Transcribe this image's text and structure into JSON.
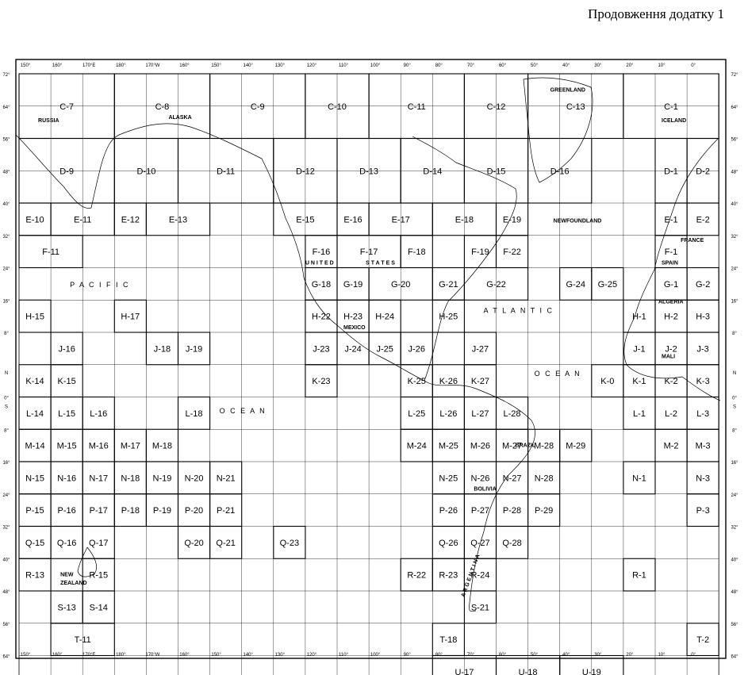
{
  "caption": "Продовження додатку 1",
  "top_ticks": [
    "150°",
    "160°",
    "170°E",
    "180°",
    "170°W",
    "160°",
    "150°",
    "140°",
    "130°",
    "120°",
    "110°",
    "100°",
    "90°",
    "80°",
    "70°",
    "60°",
    "50°",
    "40°",
    "30°",
    "20°",
    "10°",
    "0°"
  ],
  "bottom_ticks": [
    "150°",
    "160°",
    "170°E",
    "180°",
    "170°W",
    "160°",
    "150°",
    "140°",
    "130°",
    "120°",
    "110°",
    "100°",
    "90°",
    "80°",
    "70°",
    "60°",
    "50°",
    "40°",
    "30°",
    "20°",
    "10°",
    "0°"
  ],
  "side_ticks": [
    "72°",
    "64°",
    "56°",
    "48°",
    "40°",
    "32°",
    "24°",
    "16°",
    "8°",
    "N",
    "0°",
    "S",
    "8°",
    "16°",
    "24°",
    "32°",
    "40°",
    "48°",
    "56°",
    "64°"
  ],
  "sheets": [
    {
      "label": "C-7",
      "col": 0,
      "row": 0,
      "w": 3,
      "h": 2
    },
    {
      "label": "C-8",
      "col": 3,
      "row": 0,
      "w": 3,
      "h": 2
    },
    {
      "label": "C-9",
      "col": 6,
      "row": 0,
      "w": 3,
      "h": 2
    },
    {
      "label": "C-10",
      "col": 9,
      "row": 0,
      "w": 2,
      "h": 2
    },
    {
      "label": "C-11",
      "col": 11,
      "row": 0,
      "w": 3,
      "h": 2
    },
    {
      "label": "C-12",
      "col": 14,
      "row": 0,
      "w": 2,
      "h": 2
    },
    {
      "label": "C-13",
      "col": 16,
      "row": 0,
      "w": 3,
      "h": 2
    },
    {
      "label": "C-1",
      "col": 19,
      "row": 0,
      "w": 3,
      "h": 2
    },
    {
      "label": "D-9",
      "col": 0,
      "row": 2,
      "w": 3,
      "h": 2
    },
    {
      "label": "D-10",
      "col": 3,
      "row": 2,
      "w": 2,
      "h": 2
    },
    {
      "label": "D-11",
      "col": 5,
      "row": 2,
      "w": 3,
      "h": 2
    },
    {
      "label": "D-12",
      "col": 8,
      "row": 2,
      "w": 2,
      "h": 2
    },
    {
      "label": "D-13",
      "col": 10,
      "row": 2,
      "w": 2,
      "h": 2
    },
    {
      "label": "D-14",
      "col": 12,
      "row": 2,
      "w": 2,
      "h": 2
    },
    {
      "label": "D-15",
      "col": 14,
      "row": 2,
      "w": 2,
      "h": 2
    },
    {
      "label": "D-16",
      "col": 16,
      "row": 2,
      "w": 2,
      "h": 2
    },
    {
      "label": "D-1",
      "col": 20,
      "row": 2,
      "w": 1,
      "h": 2
    },
    {
      "label": "D-2",
      "col": 21,
      "row": 2,
      "w": 1,
      "h": 2
    },
    {
      "label": "E-10",
      "col": 0,
      "row": 4,
      "w": 1,
      "h": 1
    },
    {
      "label": "E-11",
      "col": 1,
      "row": 4,
      "w": 2,
      "h": 1
    },
    {
      "label": "E-12",
      "col": 3,
      "row": 4,
      "w": 1,
      "h": 1
    },
    {
      "label": "E-13",
      "col": 4,
      "row": 4,
      "w": 2,
      "h": 1
    },
    {
      "label": "E-15",
      "col": 8,
      "row": 4,
      "w": 2,
      "h": 1
    },
    {
      "label": "E-16",
      "col": 10,
      "row": 4,
      "w": 1,
      "h": 1
    },
    {
      "label": "E-17",
      "col": 11,
      "row": 4,
      "w": 2,
      "h": 1
    },
    {
      "label": "E-18",
      "col": 13,
      "row": 4,
      "w": 2,
      "h": 1
    },
    {
      "label": "E-19",
      "col": 15,
      "row": 4,
      "w": 1,
      "h": 1
    },
    {
      "label": "E-1",
      "col": 20,
      "row": 4,
      "w": 1,
      "h": 1
    },
    {
      "label": "E-2",
      "col": 21,
      "row": 4,
      "w": 1,
      "h": 1
    },
    {
      "label": "F-11",
      "col": 0,
      "row": 5,
      "w": 2,
      "h": 1
    },
    {
      "label": "F-16",
      "col": 9,
      "row": 5,
      "w": 1,
      "h": 1
    },
    {
      "label": "F-17",
      "col": 10,
      "row": 5,
      "w": 2,
      "h": 1
    },
    {
      "label": "F-18",
      "col": 12,
      "row": 5,
      "w": 1,
      "h": 1
    },
    {
      "label": "F-19",
      "col": 14,
      "row": 5,
      "w": 1,
      "h": 1
    },
    {
      "label": "F-22",
      "col": 15,
      "row": 5,
      "w": 1,
      "h": 1
    },
    {
      "label": "F-1",
      "col": 20,
      "row": 5,
      "w": 1,
      "h": 1
    },
    {
      "label": "G-18",
      "col": 9,
      "row": 6,
      "w": 1,
      "h": 1
    },
    {
      "label": "G-19",
      "col": 10,
      "row": 6,
      "w": 1,
      "h": 1
    },
    {
      "label": "G-20",
      "col": 11,
      "row": 6,
      "w": 2,
      "h": 1
    },
    {
      "label": "G-21",
      "col": 13,
      "row": 6,
      "w": 1,
      "h": 1
    },
    {
      "label": "G-22",
      "col": 14,
      "row": 6,
      "w": 2,
      "h": 1
    },
    {
      "label": "G-24",
      "col": 17,
      "row": 6,
      "w": 1,
      "h": 1
    },
    {
      "label": "G-25",
      "col": 18,
      "row": 6,
      "w": 1,
      "h": 1
    },
    {
      "label": "G-1",
      "col": 20,
      "row": 6,
      "w": 1,
      "h": 1
    },
    {
      "label": "G-2",
      "col": 21,
      "row": 6,
      "w": 1,
      "h": 1
    },
    {
      "label": "H-15",
      "col": 0,
      "row": 7,
      "w": 1,
      "h": 1
    },
    {
      "label": "H-17",
      "col": 3,
      "row": 7,
      "w": 1,
      "h": 1
    },
    {
      "label": "H-22",
      "col": 9,
      "row": 7,
      "w": 1,
      "h": 1
    },
    {
      "label": "H-23",
      "col": 10,
      "row": 7,
      "w": 1,
      "h": 1
    },
    {
      "label": "H-24",
      "col": 11,
      "row": 7,
      "w": 1,
      "h": 1
    },
    {
      "label": "H-25",
      "col": 13,
      "row": 7,
      "w": 1,
      "h": 1
    },
    {
      "label": "H-1",
      "col": 19,
      "row": 7,
      "w": 1,
      "h": 1
    },
    {
      "label": "H-2",
      "col": 20,
      "row": 7,
      "w": 1,
      "h": 1
    },
    {
      "label": "H-3",
      "col": 21,
      "row": 7,
      "w": 1,
      "h": 1
    },
    {
      "label": "J-16",
      "col": 1,
      "row": 8,
      "w": 1,
      "h": 1
    },
    {
      "label": "J-18",
      "col": 4,
      "row": 8,
      "w": 1,
      "h": 1
    },
    {
      "label": "J-19",
      "col": 5,
      "row": 8,
      "w": 1,
      "h": 1
    },
    {
      "label": "J-23",
      "col": 9,
      "row": 8,
      "w": 1,
      "h": 1
    },
    {
      "label": "J-24",
      "col": 10,
      "row": 8,
      "w": 1,
      "h": 1
    },
    {
      "label": "J-25",
      "col": 11,
      "row": 8,
      "w": 1,
      "h": 1
    },
    {
      "label": "J-26",
      "col": 12,
      "row": 8,
      "w": 1,
      "h": 1
    },
    {
      "label": "J-27",
      "col": 14,
      "row": 8,
      "w": 1,
      "h": 1
    },
    {
      "label": "J-1",
      "col": 19,
      "row": 8,
      "w": 1,
      "h": 1
    },
    {
      "label": "J-2",
      "col": 20,
      "row": 8,
      "w": 1,
      "h": 1
    },
    {
      "label": "J-3",
      "col": 21,
      "row": 8,
      "w": 1,
      "h": 1
    },
    {
      "label": "K-14",
      "col": 0,
      "row": 9,
      "w": 1,
      "h": 1
    },
    {
      "label": "K-15",
      "col": 1,
      "row": 9,
      "w": 1,
      "h": 1
    },
    {
      "label": "K-23",
      "col": 9,
      "row": 9,
      "w": 1,
      "h": 1
    },
    {
      "label": "K-25",
      "col": 12,
      "row": 9,
      "w": 1,
      "h": 1
    },
    {
      "label": "K-26",
      "col": 13,
      "row": 9,
      "w": 1,
      "h": 1
    },
    {
      "label": "K-27",
      "col": 14,
      "row": 9,
      "w": 1,
      "h": 1
    },
    {
      "label": "K-0",
      "col": 18,
      "row": 9,
      "w": 1,
      "h": 1
    },
    {
      "label": "K-1",
      "col": 19,
      "row": 9,
      "w": 1,
      "h": 1
    },
    {
      "label": "K-2",
      "col": 20,
      "row": 9,
      "w": 1,
      "h": 1
    },
    {
      "label": "K-3",
      "col": 21,
      "row": 9,
      "w": 1,
      "h": 1
    },
    {
      "label": "L-14",
      "col": 0,
      "row": 10,
      "w": 1,
      "h": 1
    },
    {
      "label": "L-15",
      "col": 1,
      "row": 10,
      "w": 1,
      "h": 1
    },
    {
      "label": "L-16",
      "col": 2,
      "row": 10,
      "w": 1,
      "h": 1
    },
    {
      "label": "L-18",
      "col": 5,
      "row": 10,
      "w": 1,
      "h": 1
    },
    {
      "label": "L-25",
      "col": 12,
      "row": 10,
      "w": 1,
      "h": 1
    },
    {
      "label": "L-26",
      "col": 13,
      "row": 10,
      "w": 1,
      "h": 1
    },
    {
      "label": "L-27",
      "col": 14,
      "row": 10,
      "w": 1,
      "h": 1
    },
    {
      "label": "L-28",
      "col": 15,
      "row": 10,
      "w": 1,
      "h": 1
    },
    {
      "label": "L-1",
      "col": 19,
      "row": 10,
      "w": 1,
      "h": 1
    },
    {
      "label": "L-2",
      "col": 20,
      "row": 10,
      "w": 1,
      "h": 1
    },
    {
      "label": "L-3",
      "col": 21,
      "row": 10,
      "w": 1,
      "h": 1
    },
    {
      "label": "M-14",
      "col": 0,
      "row": 11,
      "w": 1,
      "h": 1
    },
    {
      "label": "M-15",
      "col": 1,
      "row": 11,
      "w": 1,
      "h": 1
    },
    {
      "label": "M-16",
      "col": 2,
      "row": 11,
      "w": 1,
      "h": 1
    },
    {
      "label": "M-17",
      "col": 3,
      "row": 11,
      "w": 1,
      "h": 1
    },
    {
      "label": "M-18",
      "col": 4,
      "row": 11,
      "w": 1,
      "h": 1
    },
    {
      "label": "M-24",
      "col": 12,
      "row": 11,
      "w": 1,
      "h": 1
    },
    {
      "label": "M-25",
      "col": 13,
      "row": 11,
      "w": 1,
      "h": 1
    },
    {
      "label": "M-26",
      "col": 14,
      "row": 11,
      "w": 1,
      "h": 1
    },
    {
      "label": "M-27",
      "col": 15,
      "row": 11,
      "w": 1,
      "h": 1
    },
    {
      "label": "M-28",
      "col": 16,
      "row": 11,
      "w": 1,
      "h": 1
    },
    {
      "label": "M-29",
      "col": 17,
      "row": 11,
      "w": 1,
      "h": 1
    },
    {
      "label": "M-2",
      "col": 20,
      "row": 11,
      "w": 1,
      "h": 1
    },
    {
      "label": "M-3",
      "col": 21,
      "row": 11,
      "w": 1,
      "h": 1
    },
    {
      "label": "N-15",
      "col": 0,
      "row": 12,
      "w": 1,
      "h": 1
    },
    {
      "label": "N-16",
      "col": 1,
      "row": 12,
      "w": 1,
      "h": 1
    },
    {
      "label": "N-17",
      "col": 2,
      "row": 12,
      "w": 1,
      "h": 1
    },
    {
      "label": "N-18",
      "col": 3,
      "row": 12,
      "w": 1,
      "h": 1
    },
    {
      "label": "N-19",
      "col": 4,
      "row": 12,
      "w": 1,
      "h": 1
    },
    {
      "label": "N-20",
      "col": 5,
      "row": 12,
      "w": 1,
      "h": 1
    },
    {
      "label": "N-21",
      "col": 6,
      "row": 12,
      "w": 1,
      "h": 1
    },
    {
      "label": "N-25",
      "col": 13,
      "row": 12,
      "w": 1,
      "h": 1
    },
    {
      "label": "N-26",
      "col": 14,
      "row": 12,
      "w": 1,
      "h": 1
    },
    {
      "label": "N-27",
      "col": 15,
      "row": 12,
      "w": 1,
      "h": 1
    },
    {
      "label": "N-28",
      "col": 16,
      "row": 12,
      "w": 1,
      "h": 1
    },
    {
      "label": "N-1",
      "col": 19,
      "row": 12,
      "w": 1,
      "h": 1
    },
    {
      "label": "N-3",
      "col": 21,
      "row": 12,
      "w": 1,
      "h": 1
    },
    {
      "label": "P-15",
      "col": 0,
      "row": 13,
      "w": 1,
      "h": 1
    },
    {
      "label": "P-16",
      "col": 1,
      "row": 13,
      "w": 1,
      "h": 1
    },
    {
      "label": "P-17",
      "col": 2,
      "row": 13,
      "w": 1,
      "h": 1
    },
    {
      "label": "P-18",
      "col": 3,
      "row": 13,
      "w": 1,
      "h": 1
    },
    {
      "label": "P-19",
      "col": 4,
      "row": 13,
      "w": 1,
      "h": 1
    },
    {
      "label": "P-20",
      "col": 5,
      "row": 13,
      "w": 1,
      "h": 1
    },
    {
      "label": "P-21",
      "col": 6,
      "row": 13,
      "w": 1,
      "h": 1
    },
    {
      "label": "P-26",
      "col": 13,
      "row": 13,
      "w": 1,
      "h": 1
    },
    {
      "label": "P-27",
      "col": 14,
      "row": 13,
      "w": 1,
      "h": 1
    },
    {
      "label": "P-28",
      "col": 15,
      "row": 13,
      "w": 1,
      "h": 1
    },
    {
      "label": "P-29",
      "col": 16,
      "row": 13,
      "w": 1,
      "h": 1
    },
    {
      "label": "P-3",
      "col": 21,
      "row": 13,
      "w": 1,
      "h": 1
    },
    {
      "label": "Q-15",
      "col": 0,
      "row": 14,
      "w": 1,
      "h": 1
    },
    {
      "label": "Q-16",
      "col": 1,
      "row": 14,
      "w": 1,
      "h": 1
    },
    {
      "label": "Q-17",
      "col": 2,
      "row": 14,
      "w": 1,
      "h": 1
    },
    {
      "label": "Q-20",
      "col": 5,
      "row": 14,
      "w": 1,
      "h": 1
    },
    {
      "label": "Q-21",
      "col": 6,
      "row": 14,
      "w": 1,
      "h": 1
    },
    {
      "label": "Q-23",
      "col": 8,
      "row": 14,
      "w": 1,
      "h": 1
    },
    {
      "label": "Q-26",
      "col": 13,
      "row": 14,
      "w": 1,
      "h": 1
    },
    {
      "label": "Q-27",
      "col": 14,
      "row": 14,
      "w": 1,
      "h": 1
    },
    {
      "label": "Q-28",
      "col": 15,
      "row": 14,
      "w": 1,
      "h": 1
    },
    {
      "label": "R-13",
      "col": 0,
      "row": 15,
      "w": 1,
      "h": 1
    },
    {
      "label": "R-15",
      "col": 2,
      "row": 15,
      "w": 1,
      "h": 1
    },
    {
      "label": "R-22",
      "col": 12,
      "row": 15,
      "w": 1,
      "h": 1
    },
    {
      "label": "R-23",
      "col": 13,
      "row": 15,
      "w": 1,
      "h": 1
    },
    {
      "label": "R-24",
      "col": 14,
      "row": 15,
      "w": 1,
      "h": 1
    },
    {
      "label": "R-1",
      "col": 19,
      "row": 15,
      "w": 1,
      "h": 1
    },
    {
      "label": "S-13",
      "col": 1,
      "row": 16,
      "w": 1,
      "h": 1
    },
    {
      "label": "S-14",
      "col": 2,
      "row": 16,
      "w": 1,
      "h": 1
    },
    {
      "label": "S-21",
      "col": 14,
      "row": 16,
      "w": 1,
      "h": 1
    },
    {
      "label": "T-11",
      "col": 1,
      "row": 17,
      "w": 2,
      "h": 1
    },
    {
      "label": "T-18",
      "col": 13,
      "row": 17,
      "w": 1,
      "h": 1
    },
    {
      "label": "T-2",
      "col": 21,
      "row": 17,
      "w": 1,
      "h": 1
    },
    {
      "label": "U-17",
      "col": 13,
      "row": 18,
      "w": 2,
      "h": 1
    },
    {
      "label": "U-18",
      "col": 15,
      "row": 18,
      "w": 2,
      "h": 1
    },
    {
      "label": "U-19",
      "col": 17,
      "row": 18,
      "w": 2,
      "h": 1
    }
  ],
  "region_labels": [
    {
      "text": "RUSSIA",
      "col": 0.6,
      "row": 1.5
    },
    {
      "text": "ALASKA",
      "col": 4.7,
      "row": 1.4
    },
    {
      "text": "GREENLAND",
      "col": 16.7,
      "row": 0.55
    },
    {
      "text": "ICELAND",
      "col": 20.2,
      "row": 1.5
    },
    {
      "text": "NEWFOUNDLAND",
      "col": 16.8,
      "row": 4.6
    },
    {
      "text": "FRANCE",
      "col": 20.8,
      "row": 5.2
    },
    {
      "text": "SPAIN",
      "col": 20.2,
      "row": 5.9
    },
    {
      "text": "ALGERIA",
      "col": 20.1,
      "row": 7.1
    },
    {
      "text": "MALI",
      "col": 20.2,
      "row": 8.8
    },
    {
      "text": "MEXICO",
      "col": 10.2,
      "row": 7.9
    },
    {
      "text": "BRAZIL",
      "col": 15.6,
      "row": 11.55
    },
    {
      "text": "BOLIVIA",
      "col": 14.3,
      "row": 12.9
    },
    {
      "text": "NEW",
      "col": 1.3,
      "row": 15.55
    },
    {
      "text": "ZEALAND",
      "col": 1.3,
      "row": 15.8
    }
  ],
  "spaced_labels": [
    {
      "text": "UNITED",
      "col": 9.0,
      "row": 5.9
    },
    {
      "text": "STATES",
      "col": 10.9,
      "row": 5.9
    },
    {
      "text": "ARGENTINA",
      "col": 14.0,
      "row": 16.2
    }
  ],
  "ocean_labels": [
    {
      "text": "P A C I F I C",
      "col": 1.6,
      "row": 6.6
    },
    {
      "text": "O C E A N",
      "col": 6.3,
      "row": 10.5
    },
    {
      "text": "A T L A N T I C",
      "col": 14.6,
      "row": 7.4
    },
    {
      "text": "O C E A N",
      "col": 16.2,
      "row": 9.35
    }
  ]
}
